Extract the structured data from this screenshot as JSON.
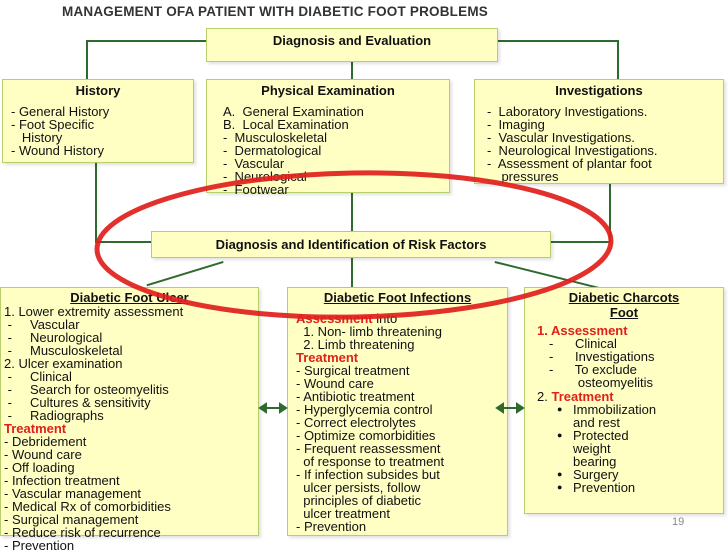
{
  "title": "MANAGEMENT OFA PATIENT WITH DIABETIC FOOT PROBLEMS",
  "top_box": "Diagnosis and Evaluation",
  "history": {
    "heading": "History",
    "lines": [
      "- General History",
      "- Foot Specific",
      "   History",
      "- Wound History"
    ]
  },
  "physical": {
    "heading": "Physical Examination",
    "lines": [
      "A.  General Examination",
      "B.  Local Examination",
      "-  Musculoskeletal",
      "-  Dermatological",
      "-  Vascular",
      "-  Neurological",
      "-  Footwear"
    ]
  },
  "investigations": {
    "heading": "Investigations",
    "lines": [
      "-  Laboratory Investigations.",
      "-  Imaging",
      "-  Vascular Investigations.",
      "-  Neurological Investigations.",
      "-  Assessment of plantar foot",
      "    pressures"
    ]
  },
  "risk_box": "Diagnosis and Identification of Risk Factors",
  "ulcer": {
    "heading": "Diabetic Foot Ulcer",
    "lines": [
      "1. Lower extremity assessment",
      " -     Vascular",
      " -     Neurological",
      " -     Musculoskeletal",
      "2. Ulcer examination",
      " -     Clinical",
      " -     Search for osteomyelitis",
      " -     Cultures & sensitivity",
      " -     Radiographs"
    ],
    "treatment_label": "Treatment",
    "treatment": [
      "- Debridement",
      "- Wound care",
      "- Off loading",
      "- Infection treatment",
      "- Vascular management",
      "- Medical Rx of comorbidities",
      "- Surgical management",
      "- Reduce risk of recurrence",
      "- Prevention"
    ]
  },
  "infections": {
    "heading": "Diabetic Foot Infections",
    "assessment_label": "Assessment",
    "assessment_suffix": " into",
    "assessment_lines": [
      "  1. Non- limb threatening",
      "  2. Limb threatening"
    ],
    "treatment_label": "Treatment",
    "treatment": [
      "- Surgical treatment",
      "- Wound care",
      "- Antibiotic treatment",
      "- Hyperglycemia control",
      "- Correct electrolytes",
      "- Optimize comorbidities",
      "- Frequent reassessment",
      "  of response to treatment",
      "- If infection subsides but",
      "  ulcer persists, follow",
      "  principles of diabetic",
      "  ulcer treatment",
      "- Prevention"
    ]
  },
  "charcots": {
    "heading_line1": "Diabetic Charcots",
    "heading_line2": "Foot",
    "assessment_label": "1. Assessment",
    "assessment_lines": [
      "-      Clinical",
      "-      Investigations",
      "-      To exclude",
      "        osteomyelitis"
    ],
    "treatment_num": "2. ",
    "treatment_label": "Treatment",
    "treatment_lines": [
      "Immobilization",
      "and rest",
      "Protected",
      "weight",
      "bearing",
      "Surgery",
      "Prevention"
    ],
    "bullet_start": [
      true,
      false,
      true,
      false,
      false,
      true,
      true
    ]
  },
  "page_number": "19",
  "colors": {
    "box_fill": "#ffffc4",
    "border": "#b6cf6a",
    "connector": "#2e6a2e",
    "highlight_red": "#e0201b"
  }
}
